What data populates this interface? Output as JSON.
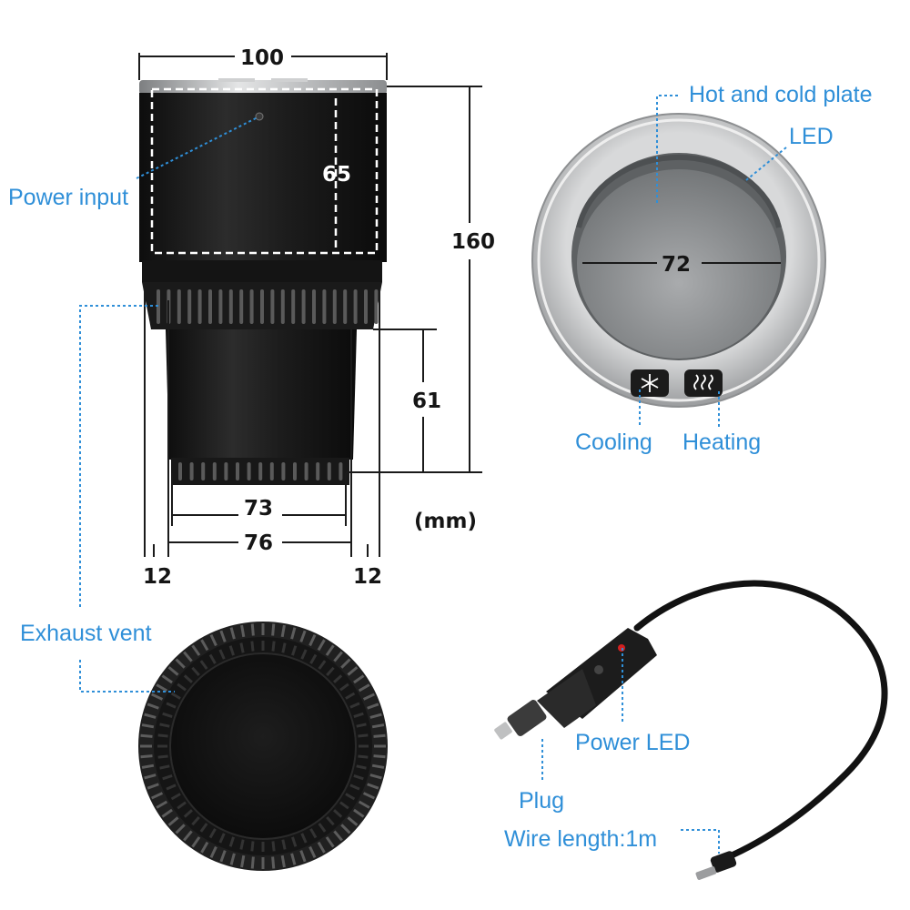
{
  "labels": {
    "power_input": "Power input",
    "exhaust_vent": "Exhaust vent",
    "hot_cold_plate": "Hot and cold plate",
    "led": "LED",
    "cooling": "Cooling",
    "heating": "Heating",
    "power_led": "Power LED",
    "plug": "Plug",
    "wire_length": "Wire length:1m"
  },
  "dimensions": {
    "top_width": "100",
    "upper_height": "65",
    "total_height": "160",
    "lower_height": "61",
    "bottom_inner": "73",
    "bottom_outer": "76",
    "left_offset": "12",
    "right_offset": "12",
    "plate_diameter": "72",
    "unit": "(mm)"
  },
  "colors": {
    "label": "#2f8fd8",
    "dimension": "#151515",
    "body": "#1e1e1e",
    "silver": "#b8babb"
  },
  "icons": {
    "cooling_button": "snowflake-icon",
    "heating_button": "heat-waves-icon"
  }
}
